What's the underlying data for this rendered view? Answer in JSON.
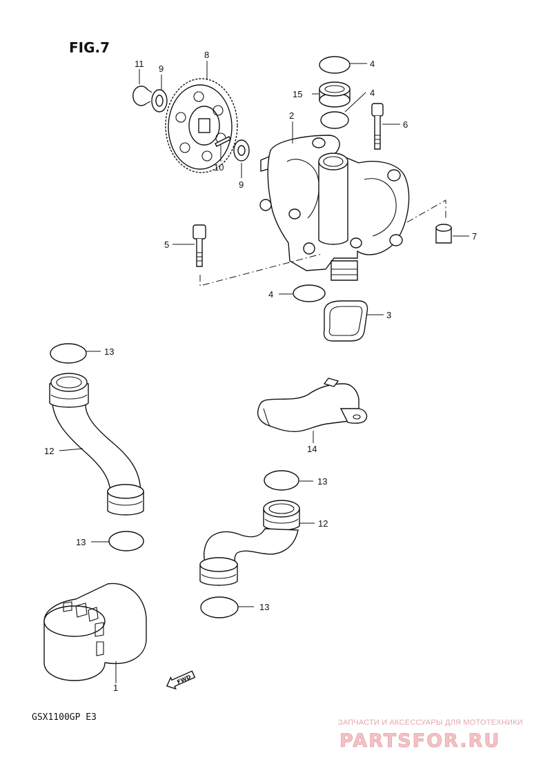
{
  "figure": {
    "title": "FIG.7",
    "model_code": "GSX1100GP  E3",
    "fwd_arrow_label": "FWD"
  },
  "callouts": {
    "c1": "1",
    "c2": "2",
    "c3": "3",
    "c4a": "4",
    "c4b": "4",
    "c4c": "4",
    "c5": "5",
    "c6": "6",
    "c7": "7",
    "c8": "8",
    "c9a": "9",
    "c9b": "9",
    "c10": "10",
    "c11": "11",
    "c12a": "12",
    "c12b": "12",
    "c13a": "13",
    "c13b": "13",
    "c13c": "13",
    "c13d": "13",
    "c14": "14",
    "c15": "15"
  },
  "watermark": {
    "subtitle": "ЗАПЧАСТИ И АКСЕССУАРЫ ДЛЯ МОТОТЕХНИКИ",
    "brand": "PARTSFOR.RU"
  }
}
